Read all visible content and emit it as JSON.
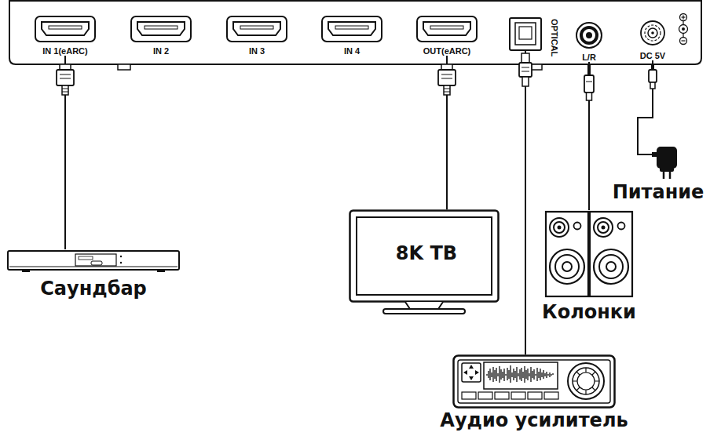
{
  "diagram": {
    "nodes": [
      {
        "text": [
          "IN 1(eARC)"
        ]
      },
      {
        "text": [
          "IN 2"
        ]
      },
      {
        "text": [
          "IN 3"
        ]
      },
      {
        "text": [
          "IN 4"
        ]
      },
      {
        "text": [
          "OUT(eARC)"
        ]
      },
      {
        "text": [
          "OPTICAL"
        ]
      },
      {
        "text": [
          "L/R"
        ]
      },
      {
        "text": [
          "DC 5V"
        ]
      },
      {
        "text": [
          "Саундбар"
        ]
      },
      {
        "text": [
          "8K TB"
        ]
      },
      {
        "text": [
          "Колонки"
        ]
      },
      {
        "text": [
          "Аудио усилитель"
        ]
      },
      {
        "text": [
          "Питание"
        ]
      }
    ],
    "edges": [
      {
        "from": 0,
        "to": 8,
        "arrow": "none"
      },
      {
        "from": 4,
        "to": 9,
        "arrow": "none"
      },
      {
        "from": 5,
        "to": 11,
        "arrow": "none"
      },
      {
        "from": 6,
        "to": 10,
        "arrow": "none"
      },
      {
        "from": 7,
        "to": 12,
        "arrow": "none"
      }
    ]
  }
}
